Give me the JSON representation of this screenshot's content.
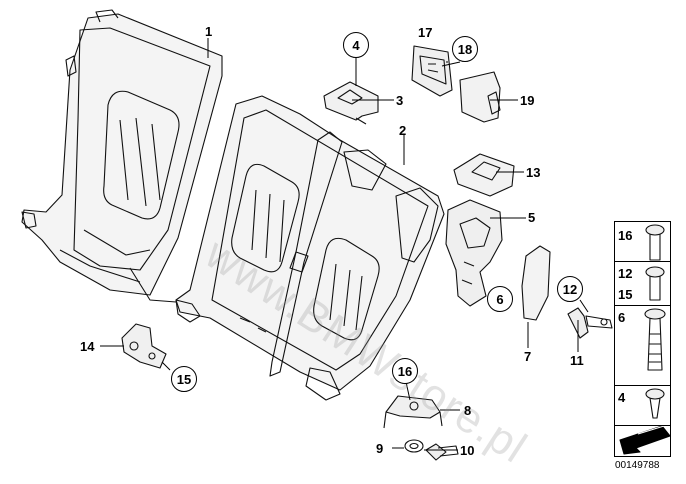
{
  "watermark": "www.BMWstore.pl",
  "diagram_id": "00149788",
  "callouts": {
    "c1": "1",
    "c2": "2",
    "c3": "3",
    "c4": "4",
    "c5": "5",
    "c6": "6",
    "c7": "7",
    "c8": "8",
    "c9": "9",
    "c10": "10",
    "c11": "11",
    "c12": "12",
    "c13": "13",
    "c14": "14",
    "c15": "15",
    "c16": "16",
    "c17": "17",
    "c18": "18",
    "c19": "19"
  },
  "legend": {
    "screw_16": "16",
    "screw_12": "12",
    "screw_15": "15",
    "bolt_6": "6",
    "screw_4": "4"
  }
}
